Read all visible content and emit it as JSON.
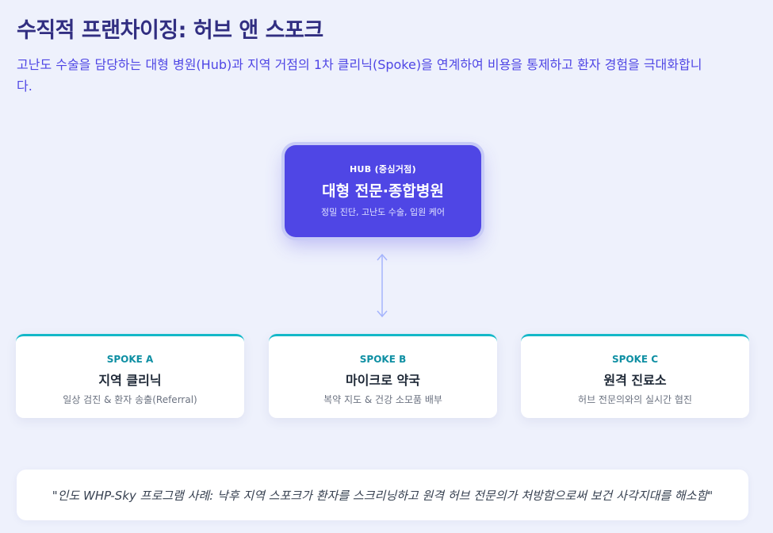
{
  "title": "수직적 프랜차이징: 허브 앤 스포크",
  "subtitle": "고난도 수술을 담당하는 대형 병원(Hub)과 지역 거점의 1차 클리닉(Spoke)을 연계하여 비용을 통제하고 환자 경험을 극대화합니다.",
  "hub": {
    "tag": "HUB (중심거점)",
    "name": "대형 전문·종합병원",
    "desc": "정밀 진단, 고난도 수술, 입원 케어",
    "color": "#4f46e5"
  },
  "connector": {
    "icon": "bidirectional-arrow-icon"
  },
  "spokes": [
    {
      "tag": "SPOKE A",
      "name": "지역 클리닉",
      "desc": "일상 검진 & 환자 송출(Referral)"
    },
    {
      "tag": "SPOKE B",
      "name": "마이크로 약국",
      "desc": "복약 지도 & 건강 소모품 배부"
    },
    {
      "tag": "SPOKE C",
      "name": "원격 진료소",
      "desc": "허브 전문의와의 실시간 협진"
    }
  ],
  "spoke_accent": "#14b8c8",
  "quote": "\"인도 WHP-Sky 프로그램 사례: 낙후 지역 스포크가 환자를 스크리닝하고 원격 허브 전문의가 처방함으로써 보건 사각지대를 해소함\""
}
